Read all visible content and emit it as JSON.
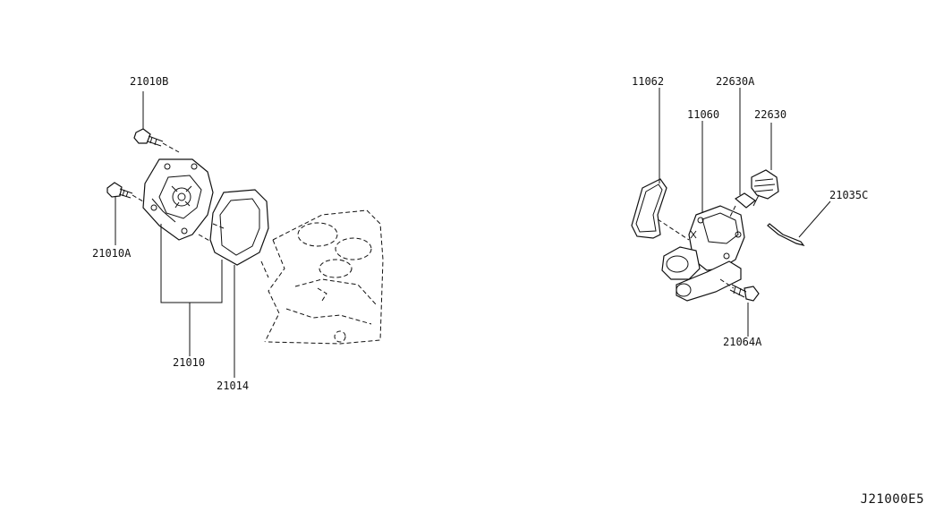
{
  "labels": {
    "l21010B": "21010B",
    "l21010A": "21010A",
    "l21010": "21010",
    "l21014": "21014",
    "l11062": "11062",
    "l22630A": "22630A",
    "l11060": "11060",
    "l22630": "22630",
    "l21035C": "21035C",
    "l21064A": "21064A"
  },
  "diagram_code": "J21000E5"
}
